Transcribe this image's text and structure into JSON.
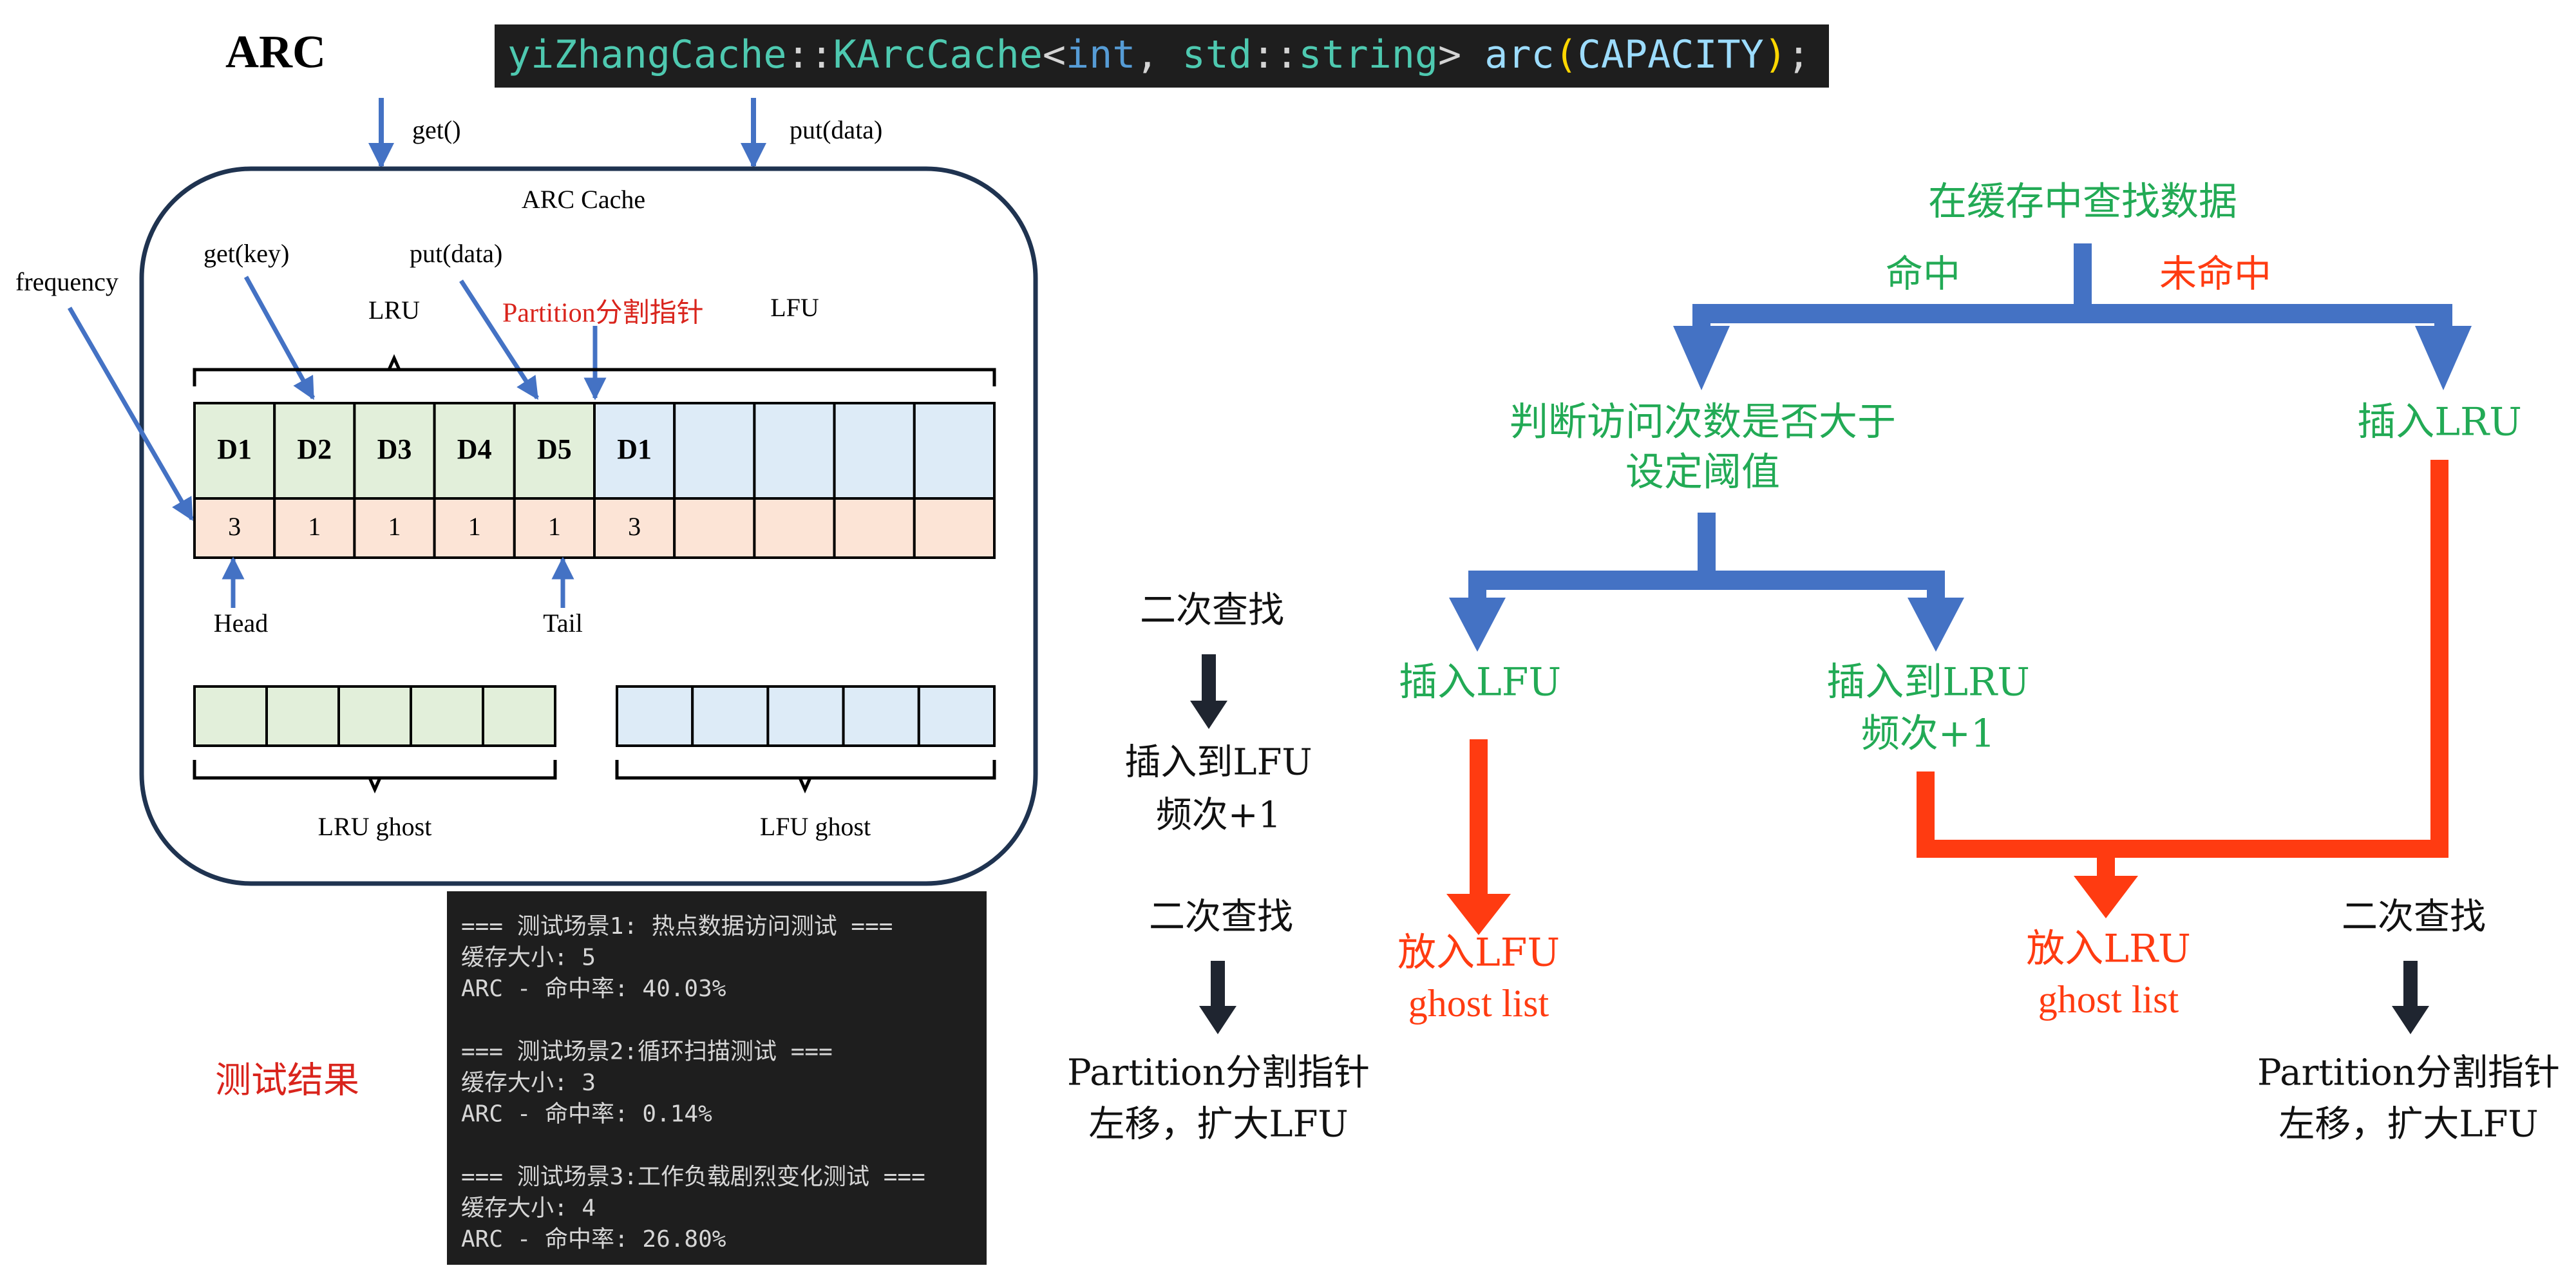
{
  "arc_label": "ARC",
  "code_line": {
    "ns": "yiZhangCache",
    "sep1": "::",
    "cls": "KArcCache",
    "lt": "<",
    "t1": "int",
    "comma": ", ",
    "std": "std",
    "sep2": "::",
    "str": "string",
    "gt": "> ",
    "var": "arc",
    "lp": "(",
    "arg": "CAPACITY",
    "rp": ")",
    "semi": ";"
  },
  "cache": {
    "get_label": "get()",
    "put_label": "put(data)",
    "title": "ARC Cache",
    "frequency_label": "frequency",
    "get_key_label": "get(key)",
    "put_data_label": "put(data)",
    "lru_label": "LRU",
    "lfu_label": "LFU",
    "partition_label": "Partition分割指针",
    "cells": [
      "D1",
      "D2",
      "D3",
      "D4",
      "D5",
      "D1",
      "",
      "",
      "",
      ""
    ],
    "freqs": [
      "3",
      "1",
      "1",
      "1",
      "1",
      "3",
      "",
      "",
      "",
      ""
    ],
    "head_label": "Head",
    "tail_label": "Tail",
    "lru_ghost_label": "LRU ghost",
    "lfu_ghost_label": "LFU ghost"
  },
  "test": {
    "label": "测试结果",
    "lines": [
      "=== 测试场景1: 热点数据访问测试 ===",
      "缓存大小: 5",
      "ARC - 命中率: 40.03%",
      "",
      "=== 测试场景2:循环扫描测试 ===",
      "缓存大小: 3",
      "ARC - 命中率: 0.14%",
      "",
      "=== 测试场景3:工作负载剧烈变化测试 ===",
      "缓存大小: 4",
      "ARC - 命中率: 26.80%"
    ]
  },
  "flow": {
    "root": "在缓存中查找数据",
    "hit": "命中",
    "miss": "未命中",
    "judge_line1": "判断访问次数是否大于",
    "judge_line2": "设定阈值",
    "insert_lru": "插入LRU",
    "insert_lfu": "插入LFU",
    "insert_to_lru_line1": "插入到LRU",
    "insert_to_lru_line2": "频次+1",
    "lfu_ghost_line1": "放入LFU",
    "lfu_ghost_line2": "ghost list",
    "lru_ghost_line1": "放入LRU",
    "lru_ghost_line2": "ghost list",
    "second_search_a": "二次查找",
    "insert_to_lfu_line1": "插入到LFU",
    "insert_to_lfu_line2": "频次+1",
    "second_search_b": "二次查找",
    "partition_left_line1": "Partition分割指针",
    "partition_left_line2": "左移，扩大LFU",
    "second_search_c": "二次查找",
    "partition_right_line1": "Partition分割指针",
    "partition_right_line2": "左移，扩大LFU"
  },
  "colors": {
    "blue": "#4472c4",
    "orange_red": "#ff3b11",
    "green_text": "#22aa55",
    "lru_fill": "#e2efda",
    "lfu_fill": "#ddebf7",
    "freq_fill": "#fce4d6",
    "terminal_bg": "#1e1e1e"
  }
}
